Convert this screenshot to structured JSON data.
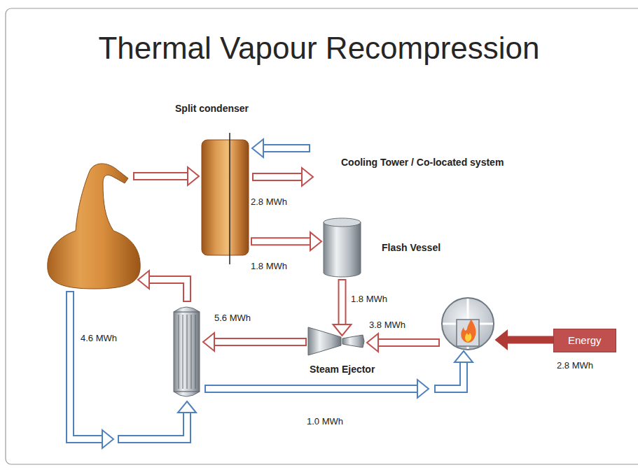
{
  "diagram": {
    "title": "Thermal Vapour Recompression",
    "nodes": [
      {
        "text": [
          "Split condenser"
        ]
      },
      {
        "text": [
          "Flash Vessel"
        ]
      },
      {
        "text": [
          "Steam Ejector"
        ]
      },
      {
        "text": [
          "Energy"
        ]
      }
    ],
    "edges": [
      {
        "from": 0,
        "to": 1,
        "arrow": "to",
        "label": "1.8 MWh"
      },
      {
        "from": 1,
        "to": 2,
        "arrow": "to",
        "label": "1.8 MWh"
      }
    ],
    "labels": [
      "Cooling Tower / Co-located system",
      "2.8 MWh",
      "5.6 MWh",
      "4.6 MWh",
      "3.8 MWh",
      "1.0 MWh",
      "2.8 MWh"
    ]
  }
}
